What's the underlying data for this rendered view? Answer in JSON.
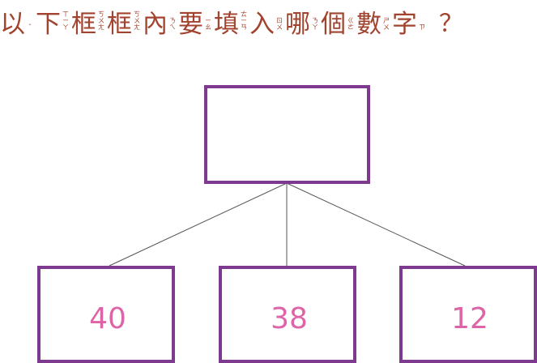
{
  "question": {
    "chars": [
      {
        "char": "以",
        "zhuyin": "ˇ"
      },
      {
        "char": "下",
        "zhuyin": "ㄒㄧㄚ"
      },
      {
        "char": "框",
        "zhuyin": "ㄎㄨㄤ"
      },
      {
        "char": "框",
        "zhuyin": "ㄎㄨㄤ"
      },
      {
        "char": "內",
        "zhuyin": "ㄋㄟ"
      },
      {
        "char": "要",
        "zhuyin": "ㄧㄠ"
      },
      {
        "char": "填",
        "zhuyin": "ㄊㄧㄢ"
      },
      {
        "char": "入",
        "zhuyin": "ㄖㄨ"
      },
      {
        "char": "哪",
        "zhuyin": "ㄋㄚ"
      },
      {
        "char": "個",
        "zhuyin": "ㄍㄜ"
      },
      {
        "char": "數",
        "zhuyin": "ㄕㄨ"
      },
      {
        "char": "字",
        "zhuyin": "ㄗ"
      }
    ],
    "mark": "？"
  },
  "diagram": {
    "top_box_value": "",
    "bottom_boxes": [
      {
        "value": "40"
      },
      {
        "value": "38"
      },
      {
        "value": "12"
      }
    ],
    "colors": {
      "question_text": "#a1432e",
      "box_border": "#7e3a8e",
      "box_value": "#de64a8",
      "connector": "#555555"
    }
  }
}
